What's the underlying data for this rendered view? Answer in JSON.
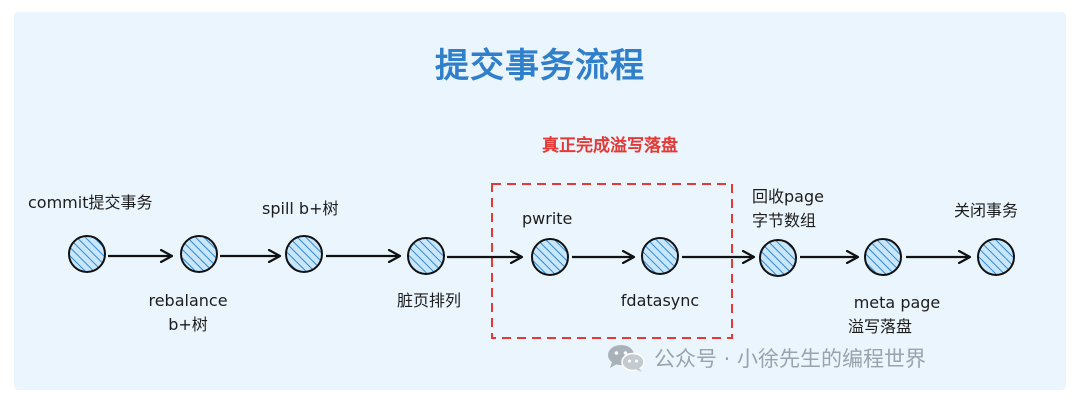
{
  "title": "提交事务流程",
  "highlight_label": "真正完成溢写落盘",
  "labels": {
    "commit": "commit提交事务",
    "spill": "spill b+树",
    "rebalance_1": "rebalance",
    "rebalance_2": "b+树",
    "sort_dirty": "脏页排列",
    "pwrite": "pwrite",
    "fdatasync": "fdatasync",
    "reclaim_1": "回收page",
    "reclaim_2": "字节数组",
    "meta_1": "meta page",
    "meta_2": "溢写落盘",
    "close": "关闭事务"
  },
  "watermark": "公众号 · 小徐先生的编程世界",
  "colors": {
    "background": "#eaf5fd",
    "title": "#2f7fcb",
    "node_fill": "#9fd0f2",
    "node_hatch": "#2d8ad6",
    "highlight": "#e53935",
    "watermark": "#9aa3ab"
  },
  "icons": [
    "wechat-icon"
  ]
}
